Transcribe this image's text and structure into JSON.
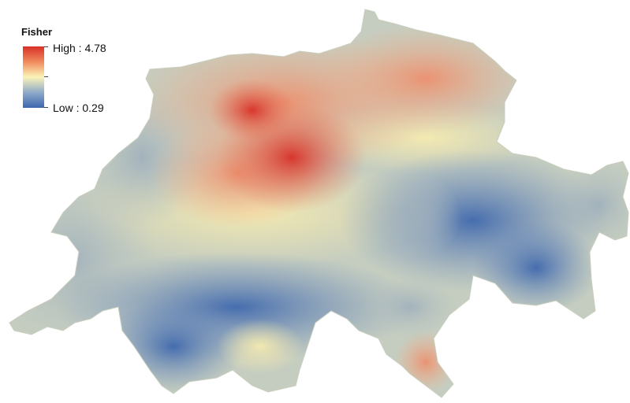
{
  "legend": {
    "title": "Fisher",
    "high_label": "High : 4.78",
    "low_label": "Low : 0.29",
    "high_value": 4.78,
    "low_value": 0.29,
    "ramp_colors": [
      "#d73027",
      "#f08a5d",
      "#fbf3b8",
      "#8fa9c9",
      "#3b66ae"
    ]
  },
  "map": {
    "colors": {
      "outline": "#c9cfbf",
      "high": "#d73027",
      "mid": "#f6eeb0",
      "low": "#3b66ae",
      "neutral": "#b9c3c1"
    }
  }
}
